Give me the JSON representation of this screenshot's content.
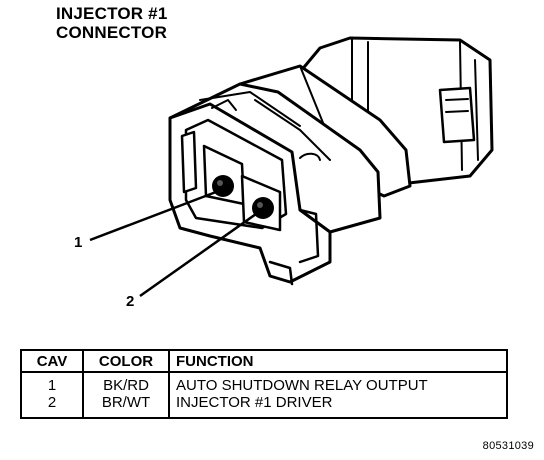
{
  "title": {
    "line1": "INJECTOR #1",
    "line2": "CONNECTOR"
  },
  "callouts": {
    "pin1": "1",
    "pin2": "2"
  },
  "table": {
    "headers": {
      "cav": "CAV",
      "color": "COLOR",
      "function": "FUNCTION"
    },
    "rows": [
      {
        "cav": "1",
        "color": "BK/RD",
        "function": "AUTO SHUTDOWN RELAY OUTPUT"
      },
      {
        "cav": "2",
        "color": "BR/WT",
        "function": "INJECTOR #1 DRIVER"
      }
    ]
  },
  "figure_id": "80531039"
}
